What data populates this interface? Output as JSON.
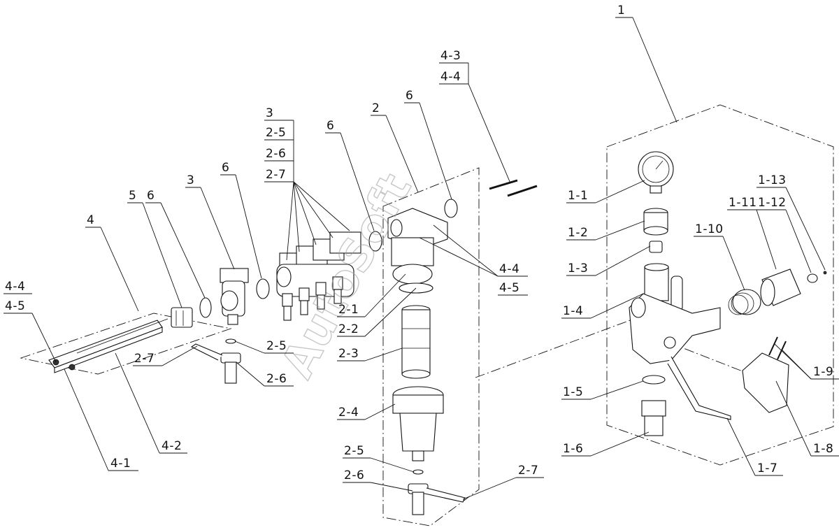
{
  "watermark": "AutoSoft",
  "labels": {
    "g1": "1",
    "g2": "2",
    "g3": "3",
    "g3b": "3",
    "g4": "4",
    "g5": "5",
    "g6a": "6",
    "g6b": "6",
    "g6c": "6",
    "g6d": "6",
    "stack_3": "3",
    "stack_2_5": "2-5",
    "stack_2_6": "2-6",
    "stack_2_7": "2-7",
    "l4_3": "4-3",
    "l4_4_top": "4-4",
    "l4_4_left": "4-4",
    "l4_5_left": "4-5",
    "l4_4_mid": "4-4",
    "l4_5_mid": "4-5",
    "l4_1": "4-1",
    "l4_2": "4-2",
    "l2_7_left": "2-7",
    "l2_5_left": "2-5",
    "l2_6_left": "2-6",
    "l2_1": "2-1",
    "l2_2": "2-2",
    "l2_3": "2-3",
    "l2_4": "2-4",
    "l2_5_bot": "2-5",
    "l2_6_bot": "2-6",
    "l2_7_bot": "2-7",
    "l1_1": "1-1",
    "l1_2": "1-2",
    "l1_3": "1-3",
    "l1_4": "1-4",
    "l1_5": "1-5",
    "l1_6": "1-6",
    "l1_7": "1-7",
    "l1_8": "1-8",
    "l1_9": "1-9",
    "l1_10": "1-10",
    "l1_11": "1-11",
    "l1_12": "1-12",
    "l1_13": "1-13"
  }
}
